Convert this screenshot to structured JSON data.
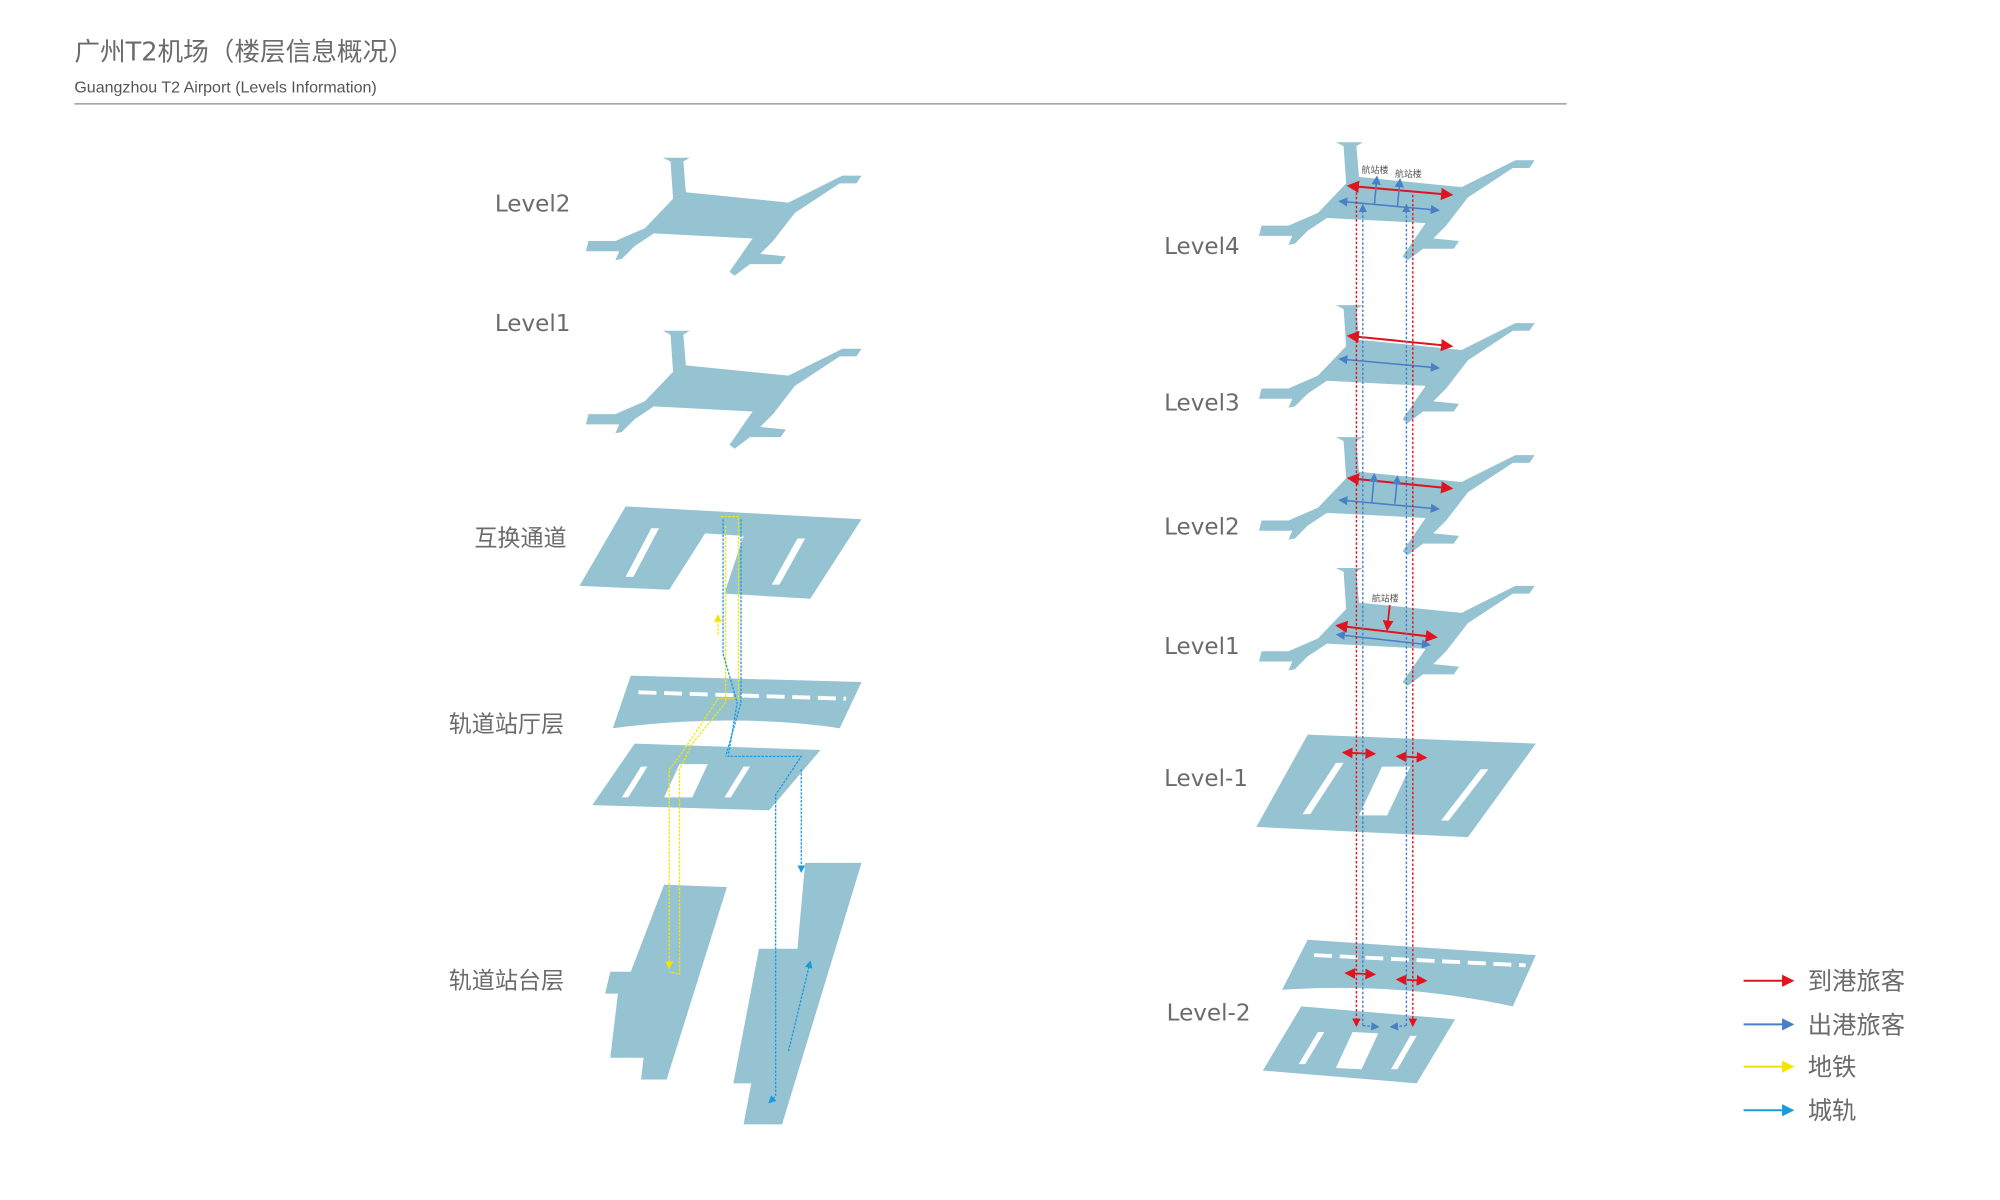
{
  "header": {
    "title": "广州T2机场（楼层信息概况）",
    "subtitle": "Guangzhou T2 Airport (Levels  Information)"
  },
  "left_column": {
    "levels": [
      "Level2",
      "Level1",
      "互换通道",
      "轨道站厅层",
      "轨道站台层"
    ]
  },
  "right_column": {
    "levels": [
      "Level4",
      "Level3",
      "Level2",
      "Level1",
      "Level-1",
      "Level-2"
    ],
    "annotations": {
      "terminal_label": "航站楼"
    }
  },
  "legend": {
    "items": [
      {
        "label": "到港旅客",
        "color": "#e0141e"
      },
      {
        "label": "出港旅客",
        "color": "#4a7fc8"
      },
      {
        "label": "地铁",
        "color": "#f2e600"
      },
      {
        "label": "城轨",
        "color": "#1a9be0"
      }
    ]
  },
  "colors": {
    "floor_plan": "#96c3d2",
    "text": "#6b6b6b"
  }
}
